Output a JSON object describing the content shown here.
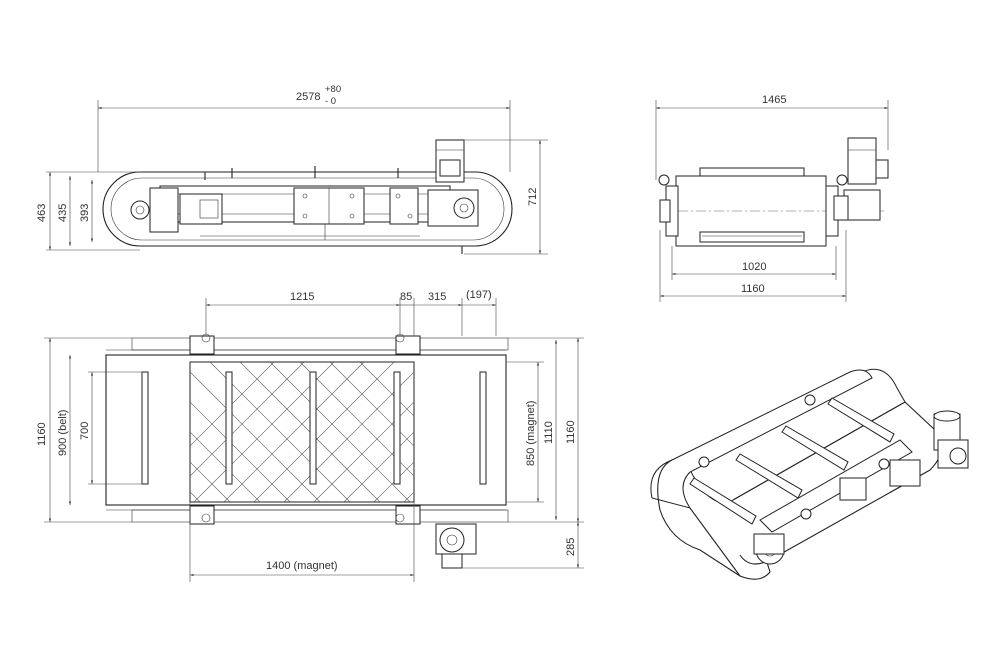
{
  "dimensions": {
    "top_view": {
      "overall_length": "2578",
      "tol_plus": "+80",
      "tol_minus": "- 0",
      "h1": "463",
      "h2": "435",
      "h3": "393",
      "h4": "712"
    },
    "end_view": {
      "overall": "1465",
      "inner": "1020",
      "base": "1160"
    },
    "plan_view": {
      "d1215": "1215",
      "d85": "85",
      "d315": "315",
      "d197": "(197)",
      "width_1160_left": "1160",
      "belt": "900 (belt)",
      "d700": "700",
      "magnet_850": "850 (magnet)",
      "d1110": "1110",
      "width_1160_right": "1160",
      "d285": "285",
      "magnet_1400": "1400 (magnet)"
    }
  }
}
